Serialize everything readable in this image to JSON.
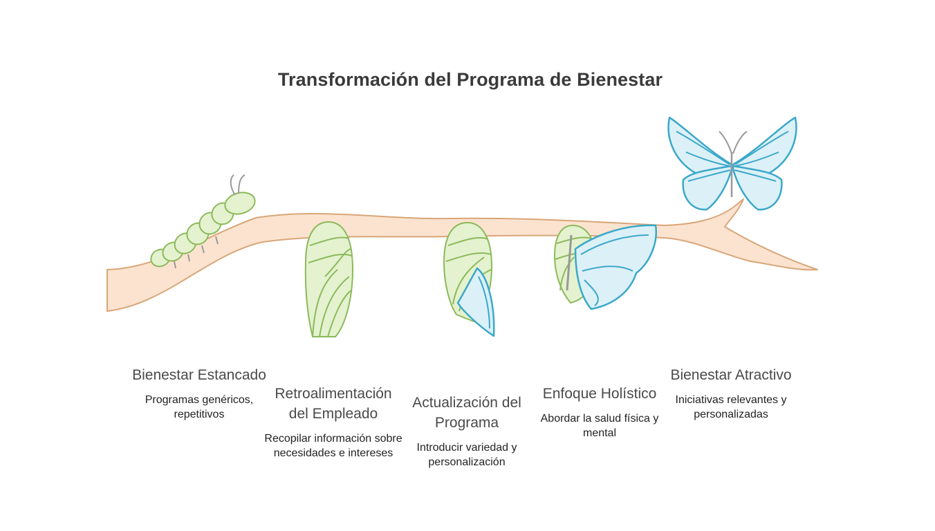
{
  "title": "Transformación del Programa de Bienestar",
  "colors": {
    "branch_fill": "#fbe3d0",
    "branch_stroke": "#d8a678",
    "green_fill": "#e4f2cf",
    "green_stroke": "#8cb95a",
    "blue_fill": "#dcf0f8",
    "blue_stroke": "#3aa8c9"
  },
  "stages": [
    {
      "title": "Bienestar Estancado",
      "description": "Programas genéricos, repetitivos",
      "icon": "caterpillar-icon"
    },
    {
      "title": "Retroalimentación del Empleado",
      "description": "Recopilar información sobre necesidades e intereses",
      "icon": "chrysalis-icon"
    },
    {
      "title": "Actualización del Programa",
      "description": "Introducir variedad y personalización",
      "icon": "cracking-chrysalis-icon"
    },
    {
      "title": "Enfoque Holístico",
      "description": "Abordar la salud física y mental",
      "icon": "emerging-butterfly-icon"
    },
    {
      "title": "Bienestar Atractivo",
      "description": "Iniciativas relevantes y personalizadas",
      "icon": "butterfly-icon"
    }
  ]
}
